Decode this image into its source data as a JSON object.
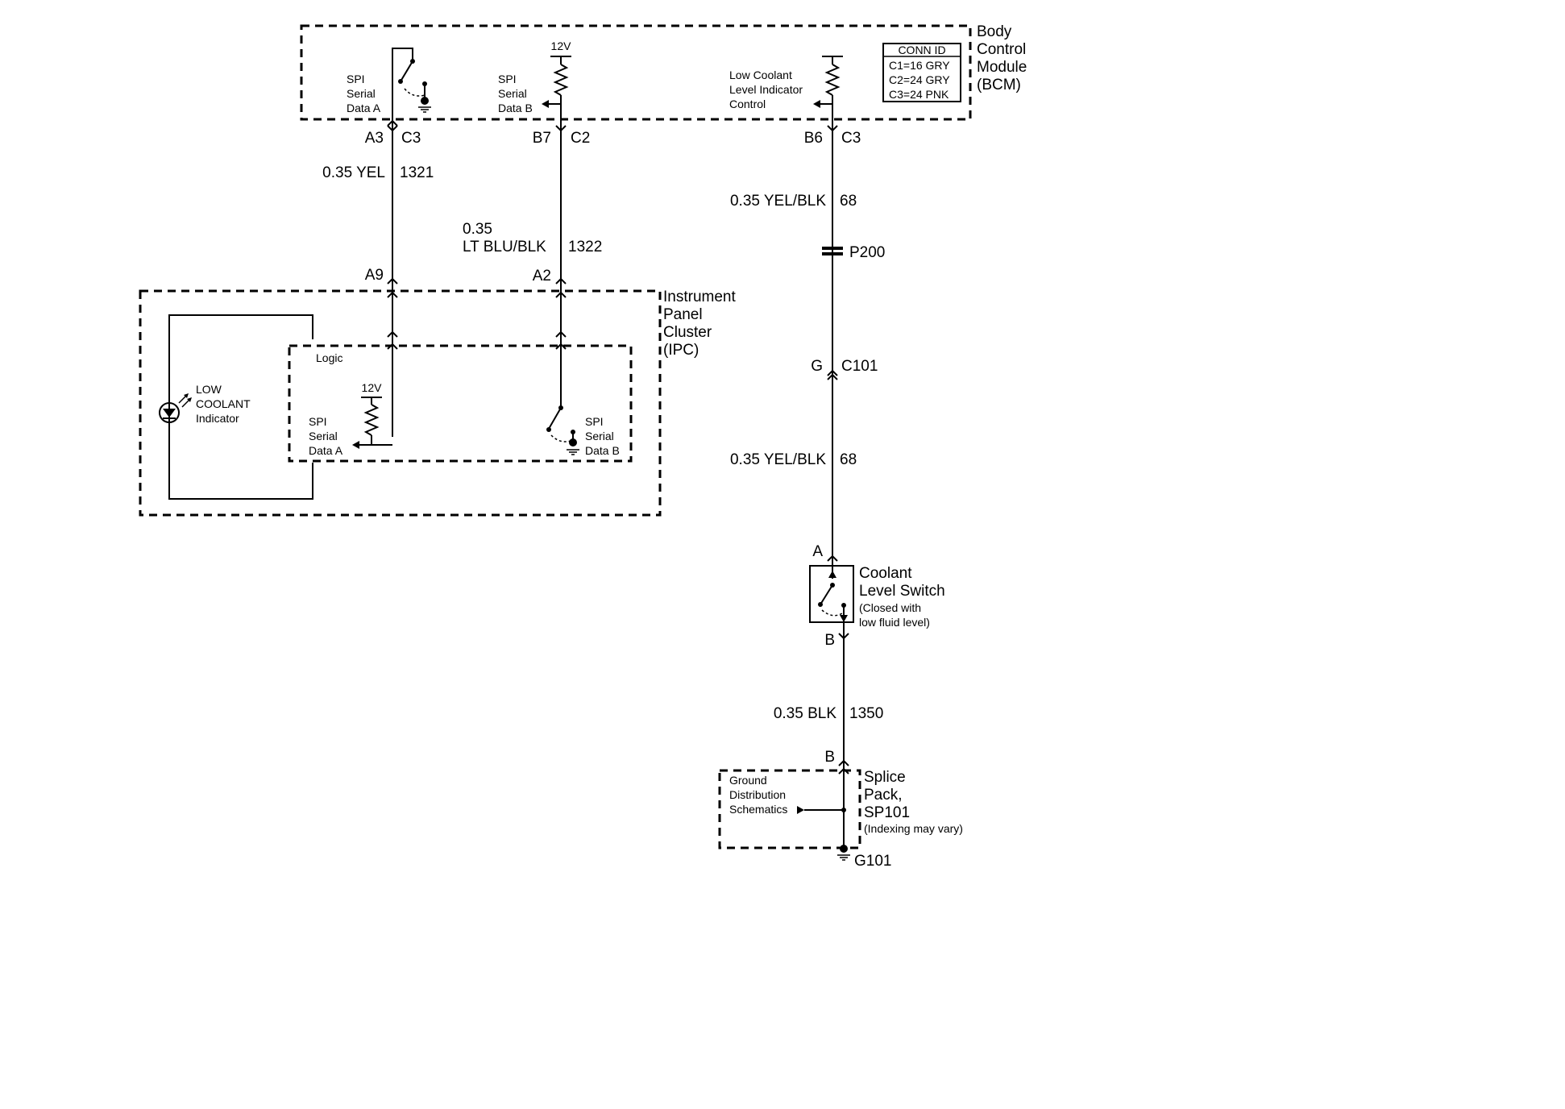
{
  "bcm": {
    "title": [
      "Body",
      "Control",
      "Module",
      "(BCM)"
    ],
    "conn_id": {
      "header": "CONN ID",
      "rows": [
        "C1=16 GRY",
        "C2=24 GRY",
        "C3=24 PNK"
      ]
    },
    "spi_a": [
      "SPI",
      "Serial",
      "Data A"
    ],
    "spi_b": [
      "SPI",
      "Serial",
      "Data B"
    ],
    "v12": "12V",
    "low_coolant": [
      "Low Coolant",
      "Level Indicator",
      "Control"
    ]
  },
  "ipc": {
    "title": [
      "Instrument",
      "Panel",
      "Cluster",
      "(IPC)"
    ],
    "logic": "Logic",
    "v12": "12V",
    "spi_a": [
      "SPI",
      "Serial",
      "Data A"
    ],
    "spi_b": [
      "SPI",
      "Serial",
      "Data B"
    ],
    "indicator": [
      "LOW",
      "COOLANT",
      "Indicator"
    ]
  },
  "wires": {
    "a": {
      "pin_top": "A3",
      "conn_top": "C3",
      "wire": "0.35 YEL",
      "circuit": "1321",
      "pin_bottom": "A9"
    },
    "b": {
      "pin_top": "B7",
      "conn_top": "C2",
      "wire_line1": "0.35",
      "wire_line2": "LT BLU/BLK",
      "circuit": "1322",
      "pin_bottom": "A2"
    },
    "c": {
      "pin_top": "B6",
      "conn_top": "C3",
      "wire1": "0.35 YEL/BLK",
      "circuit1": "68",
      "splice": "P200",
      "pin_mid": "G",
      "conn_mid": "C101",
      "wire2": "0.35 YEL/BLK",
      "circuit2": "68",
      "pin_a": "A",
      "pin_b": "B",
      "wire3": "0.35 BLK",
      "circuit3": "1350",
      "pin_b2": "B"
    }
  },
  "coolant_switch": {
    "title": [
      "Coolant",
      "Level Switch"
    ],
    "note": [
      "(Closed with",
      "low fluid level)"
    ]
  },
  "splice_pack": {
    "title": [
      "Splice",
      "Pack,",
      "SP101"
    ],
    "note": "(Indexing may vary)",
    "ground_dist": [
      "Ground",
      "Distribution",
      "Schematics"
    ],
    "ground": "G101"
  }
}
